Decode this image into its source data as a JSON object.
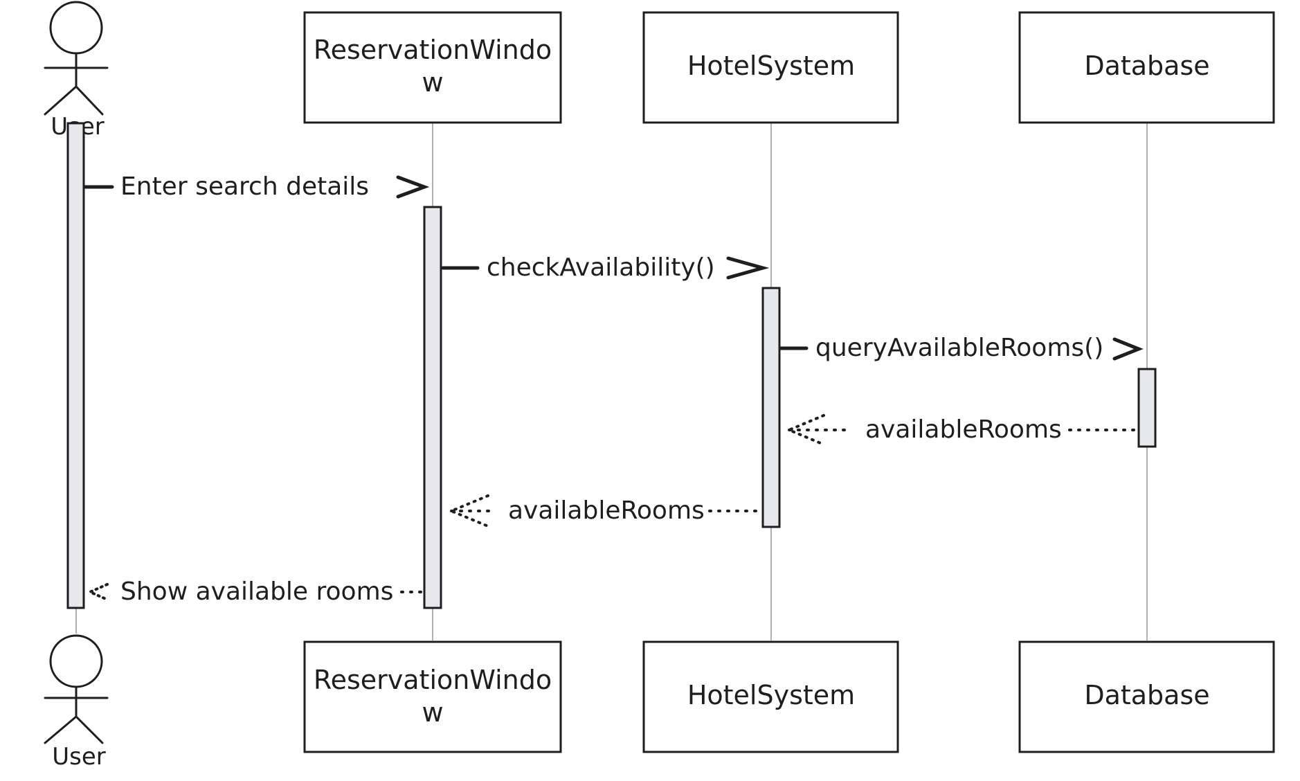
{
  "participants": [
    {
      "id": "user",
      "kind": "actor",
      "label": "User"
    },
    {
      "id": "reservation",
      "kind": "box",
      "label_lines": [
        "ReservationWindo",
        "w"
      ]
    },
    {
      "id": "hotel",
      "kind": "box",
      "label_lines": [
        "HotelSystem"
      ]
    },
    {
      "id": "database",
      "kind": "box",
      "label_lines": [
        "Database"
      ]
    }
  ],
  "messages": [
    {
      "from": "user",
      "to": "reservation",
      "label": "Enter search details",
      "style": "solid"
    },
    {
      "from": "reservation",
      "to": "hotel",
      "label": "checkAvailability()",
      "style": "solid"
    },
    {
      "from": "hotel",
      "to": "database",
      "label": "queryAvailableRooms()",
      "style": "solid"
    },
    {
      "from": "database",
      "to": "hotel",
      "label": "availableRooms",
      "style": "dashed"
    },
    {
      "from": "hotel",
      "to": "reservation",
      "label": "availableRooms",
      "style": "dashed"
    },
    {
      "from": "reservation",
      "to": "user",
      "label": "Show available rooms",
      "style": "dashed"
    }
  ],
  "colors": {
    "stroke": "#1e1e1e",
    "lifeline": "#b0b0b0",
    "activation_fill": "#e6e8eb"
  }
}
